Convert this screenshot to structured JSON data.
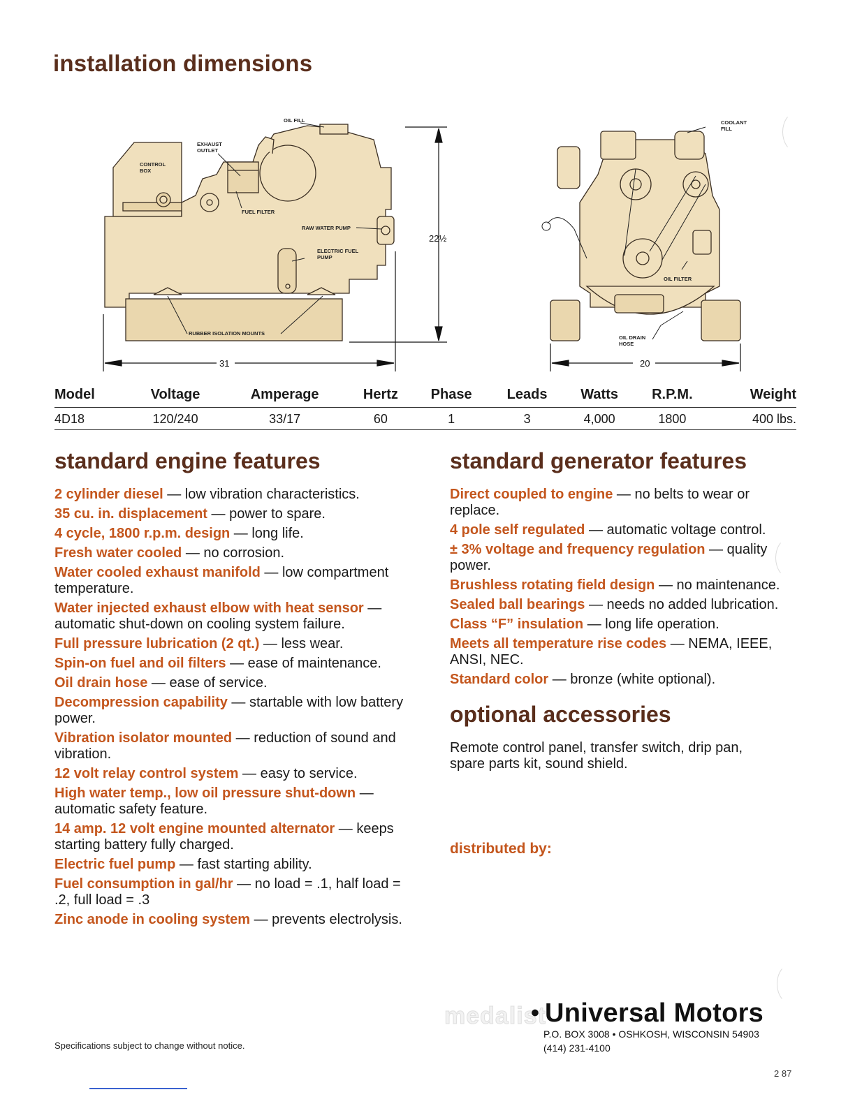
{
  "page_title": "installation dimensions",
  "colors": {
    "heading": "#5a2e1c",
    "accent": "#c4561d",
    "diagram_fill": "#f0e0bd"
  },
  "diagram_side": {
    "labels": {
      "oil_fill": "OIL FILL",
      "exhaust_outlet_1": "EXHAUST",
      "exhaust_outlet_2": "OUTLET",
      "control_box_1": "CONTROL",
      "control_box_2": "BOX",
      "fuel_filter": "FUEL FILTER",
      "raw_water_pump": "RAW WATER PUMP",
      "electric_fuel_pump_1": "ELECTRIC FUEL",
      "electric_fuel_pump_2": "PUMP",
      "rubber_mounts": "RUBBER ISOLATION MOUNTS"
    },
    "height_dim": "22½",
    "width_dim": "31"
  },
  "diagram_front": {
    "labels": {
      "coolant_fill_1": "COOLANT",
      "coolant_fill_2": "FILL",
      "oil_filter": "OIL FILTER",
      "oil_drain_hose_1": "OIL DRAIN",
      "oil_drain_hose_2": "HOSE"
    },
    "width_dim": "20"
  },
  "spec_table": {
    "headers": [
      "Model",
      "Voltage",
      "Amperage",
      "Hertz",
      "Phase",
      "Leads",
      "Watts",
      "R.P.M.",
      "Weight"
    ],
    "row": [
      "4D18",
      "120/240",
      "33/17",
      "60",
      "1",
      "3",
      "4,000",
      "1800",
      "400 lbs."
    ]
  },
  "engine_features": {
    "heading": "standard engine features",
    "items": [
      {
        "key": "2 cylinder diesel",
        "text": " — low vibration characteristics."
      },
      {
        "key": "35 cu. in. displacement",
        "text": " — power to spare."
      },
      {
        "key": "4 cycle, 1800 r.p.m. design",
        "text": " — long life."
      },
      {
        "key": "Fresh water cooled",
        "text": " — no corrosion."
      },
      {
        "key": "Water cooled exhaust manifold",
        "text": " — low compartment temperature."
      },
      {
        "key": "Water injected exhaust elbow with heat sensor",
        "text": " — automatic shut-down on cooling system failure."
      },
      {
        "key": "Full pressure lubrication (2 qt.)",
        "text": " — less wear."
      },
      {
        "key": "Spin-on fuel and oil filters",
        "text": " — ease of maintenance."
      },
      {
        "key": "Oil drain hose",
        "text": " — ease of service."
      },
      {
        "key": "Decompression capability",
        "text": " — startable with low battery power."
      },
      {
        "key": "Vibration isolator mounted",
        "text": " — reduction of sound and vibration."
      },
      {
        "key": "12 volt relay control system",
        "text": " — easy to service."
      },
      {
        "key": "High water temp., low oil pressure shut-down",
        "text": " — automatic safety feature."
      },
      {
        "key": "14 amp. 12 volt engine mounted alternator",
        "text": " — keeps starting battery fully charged."
      },
      {
        "key": "Electric fuel pump",
        "text": " — fast starting ability."
      },
      {
        "key": "Fuel consumption in gal/hr",
        "text": " — no load = .1, half load = .2, full load = .3"
      },
      {
        "key": "Zinc anode in cooling system",
        "text": " — prevents electrolysis."
      }
    ]
  },
  "generator_features": {
    "heading": "standard generator features",
    "items": [
      {
        "key": "Direct coupled to engine",
        "text": " — no belts to wear or replace."
      },
      {
        "key": "4 pole self regulated",
        "text": " — automatic voltage control."
      },
      {
        "key": "± 3% voltage and frequency regulation",
        "text": " — quality power."
      },
      {
        "key": "Brushless rotating field design",
        "text": " — no maintenance."
      },
      {
        "key": "Sealed ball bearings",
        "text": " — needs no added lubrication."
      },
      {
        "key": "Class “F” insulation",
        "text": " — long life operation."
      },
      {
        "key": "Meets all temperature rise codes",
        "text": " — NEMA, IEEE, ANSI, NEC."
      },
      {
        "key": "Standard color",
        "text": " — bronze (white optional)."
      }
    ]
  },
  "optional_accessories": {
    "heading": "optional accessories",
    "text": "Remote control panel, transfer switch, drip pan, spare parts kit, sound shield."
  },
  "distributed_by": "distributed by:",
  "footnote": "Specifications subject to change without notice.",
  "brand": {
    "medalist": "medalist",
    "name": "Universal Motors",
    "address": "P.O. BOX 3008 • OSHKOSH, WISCONSIN 54903",
    "phone": "(414) 231-4100"
  },
  "page_number": "2 87"
}
